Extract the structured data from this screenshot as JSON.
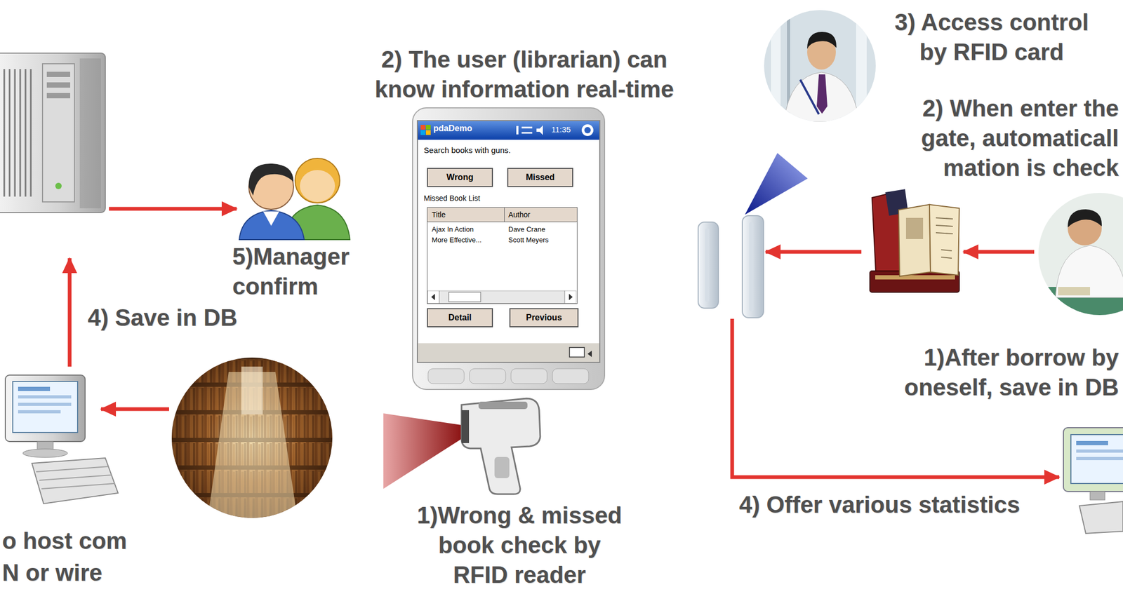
{
  "diagram": {
    "nodes": [
      {
        "text": [
          "pdaDemo",
          "11:35",
          "Search books with guns.",
          "Missed Book List"
        ]
      },
      {
        "text": [
          "Wrong"
        ],
        "in": 0
      },
      {
        "text": [
          "Missed"
        ],
        "in": 0
      },
      {
        "text": [
          "Title",
          "Author",
          "Ajax In Action",
          "Dave Crane",
          "More Effective...",
          "Scott Meyers"
        ],
        "in": 0
      },
      {
        "text": [
          "Detail"
        ],
        "in": 0
      },
      {
        "text": [
          "Previous"
        ],
        "in": 0
      }
    ],
    "labels": [
      "2) The user (librarian) can know information real-time",
      "3) Access control by RFID card",
      "2) When enter the gate, automaticall mation is check",
      "5)Manager confirm",
      "4) Save in DB",
      "1)After borrow by oneself, save in DB",
      "o host com",
      "N or wire",
      "1)Wrong & missed book check by RFID reader",
      "4) Offer various statistics"
    ]
  }
}
